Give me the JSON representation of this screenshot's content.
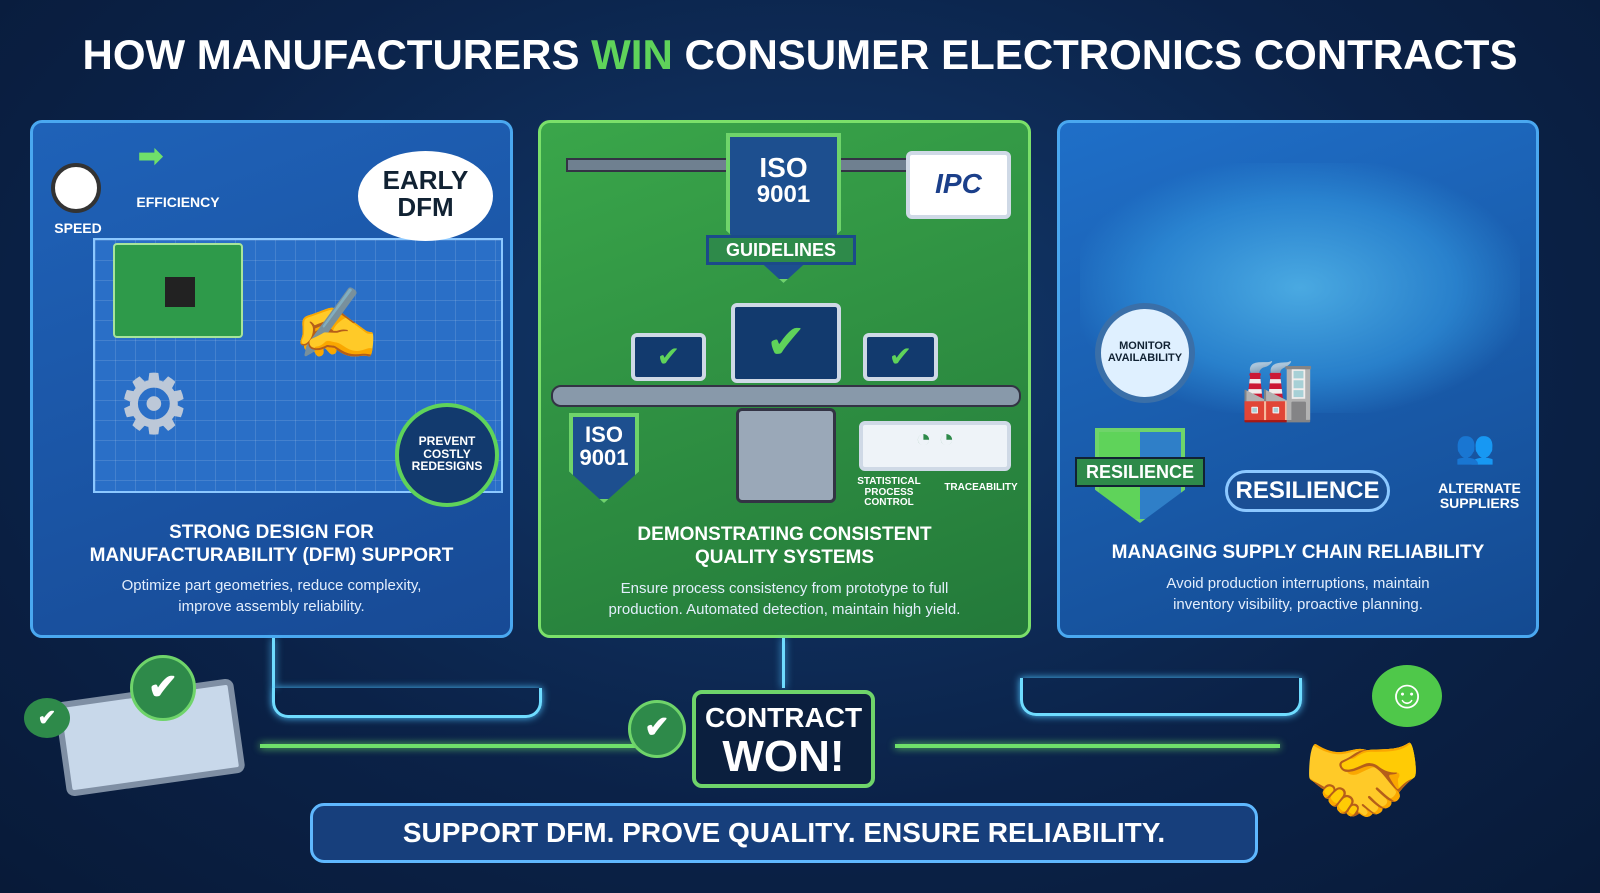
{
  "title": {
    "part1": "HOW MANUFACTURERS ",
    "highlight": "WIN",
    "part2": " CONSUMER ELECTRONICS CONTRACTS"
  },
  "panels": [
    {
      "title_line1": "STRONG DESIGN FOR",
      "title_line2": "MANUFACTURABILITY (DFM) SUPPORT",
      "desc_line1": "Optimize part geometries, reduce complexity,",
      "desc_line2": "improve assembly reliability.",
      "labels": {
        "speed": "SPEED",
        "efficiency": "EFFICIENCY",
        "early_dfm_1": "EARLY",
        "early_dfm_2": "DFM",
        "prevent_1": "PREVENT",
        "prevent_2": "COSTLY",
        "prevent_3": "REDESIGNS"
      }
    },
    {
      "title_line1": "DEMONSTRATING CONSISTENT",
      "title_line2": "QUALITY SYSTEMS",
      "desc_line1": "Ensure process consistency from prototype to full",
      "desc_line2": "production. Automated detection, maintain high yield.",
      "labels": {
        "iso": "ISO",
        "iso_num": "9001",
        "guidelines": "GUIDELINES",
        "ipc": "IPC",
        "spc_1": "STATISTICAL",
        "spc_2": "PROCESS CONTROL",
        "traceability": "TRACEABILITY"
      }
    },
    {
      "title_line1": "MANAGING SUPPLY CHAIN RELIABILITY",
      "desc_line1": "Avoid production interruptions, maintain",
      "desc_line2": "inventory visibility, proactive planning.",
      "labels": {
        "monitor_1": "MONITOR",
        "monitor_2": "AVAILABILITY",
        "resilience_shield": "RESILIENCE",
        "resilience_pill": "RESILIENCE",
        "alt_1": "ALTERNATE",
        "alt_2": "SUPPLIERS"
      }
    }
  ],
  "contract": {
    "line1": "CONTRACT",
    "line2": "WON!"
  },
  "slogan": "SUPPORT DFM. PROVE QUALITY. ENSURE RELIABILITY.",
  "colors": {
    "accent_green": "#5fd35a",
    "panel_blue": "#1f62b8",
    "background": "#0b2248"
  }
}
